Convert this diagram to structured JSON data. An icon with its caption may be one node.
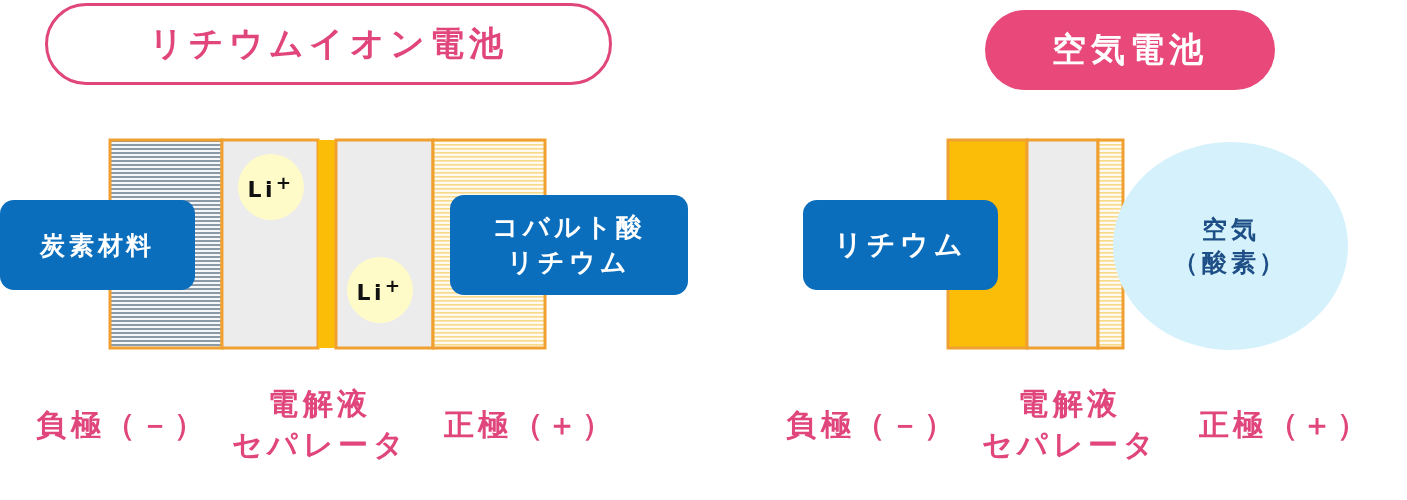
{
  "diagram": {
    "nodes": [
      {
        "text": [
          "リチウムイオン電池"
        ]
      },
      {
        "text": [
          "空気電池"
        ]
      },
      {
        "text": [
          "炭素材料"
        ]
      },
      {
        "text": [
          "Li$^{+}$"
        ]
      },
      {
        "text": [
          "Li$^{+}$"
        ]
      },
      {
        "text": [
          "コバルト酸リチウム"
        ]
      },
      {
        "text": [
          "リチウム"
        ]
      },
      {
        "text": [
          "空気（酸素）"
        ]
      }
    ],
    "labels": [
      "負極（－）",
      "電解液セパレータ",
      "正極（＋）",
      "負極（－）",
      "電解液セパレータ",
      "正極（＋）"
    ]
  }
}
